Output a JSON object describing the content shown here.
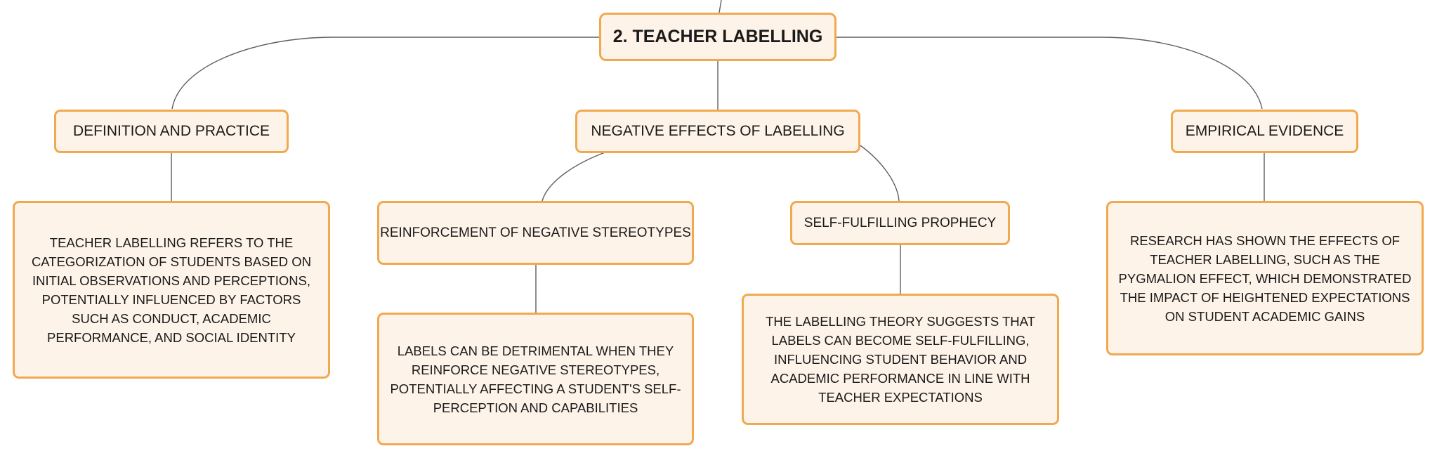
{
  "central": {
    "label": "2. TEACHER LABELLING"
  },
  "topics": {
    "definition": {
      "label": "DEFINITION AND PRACTICE"
    },
    "negative": {
      "label": "NEGATIVE EFFECTS OF LABELLING"
    },
    "empirical": {
      "label": "EMPIRICAL EVIDENCE"
    }
  },
  "subtopics": {
    "stereotypes": {
      "label": "REINFORCEMENT OF NEGATIVE STEREOTYPES"
    },
    "prophecy": {
      "label": "SELF-FULFILLING PROPHECY"
    }
  },
  "details": {
    "definition": {
      "text": "TEACHER LABELLING REFERS TO THE CATEGORIZATION OF STUDENTS BASED ON INITIAL OBSERVATIONS AND PERCEPTIONS, POTENTIALLY INFLUENCED BY FACTORS SUCH AS CONDUCT, ACADEMIC PERFORMANCE, AND SOCIAL IDENTITY"
    },
    "stereotypes": {
      "text": "LABELS CAN BE DETRIMENTAL WHEN THEY REINFORCE NEGATIVE STEREOTYPES, POTENTIALLY AFFECTING A STUDENT'S SELF-PERCEPTION AND CAPABILITIES"
    },
    "prophecy": {
      "text": "THE LABELLING THEORY SUGGESTS THAT LABELS CAN BECOME SELF-FULFILLING, INFLUENCING STUDENT BEHAVIOR AND ACADEMIC PERFORMANCE IN LINE WITH TEACHER EXPECTATIONS"
    },
    "empirical": {
      "text": "RESEARCH HAS SHOWN THE EFFECTS OF TEACHER LABELLING, SUCH AS THE PYGMALION EFFECT, WHICH DEMONSTRATED THE IMPACT OF HEIGHTENED EXPECTATIONS ON STUDENT ACADEMIC GAINS"
    }
  },
  "colors": {
    "node_border": "#f0a94f",
    "node_fill": "#fef3e8",
    "connector": "#5f5f5f"
  }
}
